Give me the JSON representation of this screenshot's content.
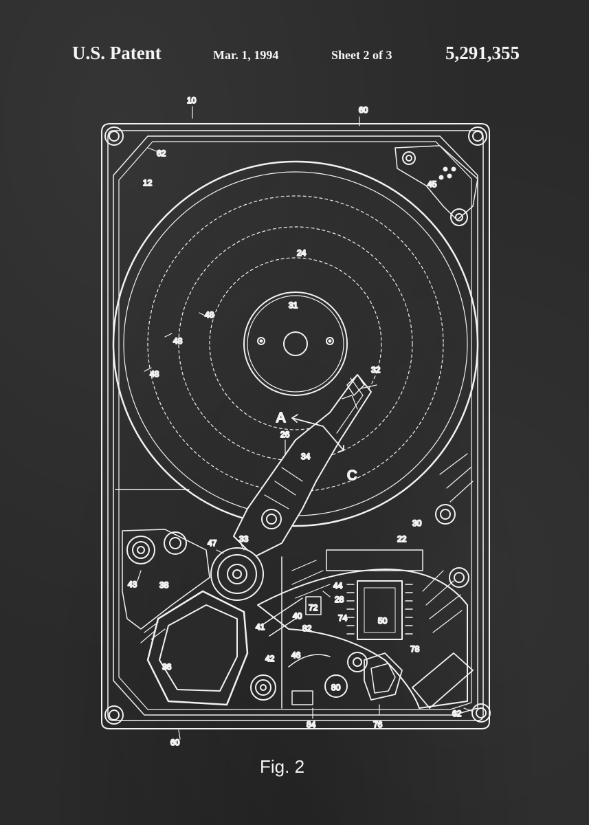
{
  "header": {
    "title": "U.S. Patent",
    "date": "Mar. 1, 1994",
    "sheet": "Sheet 2 of 3",
    "patent_number": "5,291,355"
  },
  "figure": {
    "caption": "Fig. 2",
    "refs": {
      "r10": "10",
      "r60a": "60",
      "r60b": "60",
      "r62a": "62",
      "r62b": "62",
      "r12": "12",
      "r45": "45",
      "r24": "24",
      "r31": "31",
      "r32": "32",
      "r48a": "48",
      "r48b": "48",
      "r48c": "48",
      "rA": "A",
      "rC": "C",
      "r26": "26",
      "r34": "34",
      "r33": "33",
      "r47": "47",
      "r22": "22",
      "r30": "30",
      "r43": "43",
      "r38": "38",
      "r44": "44",
      "r72": "72",
      "r28": "28",
      "r40": "40",
      "r82": "82",
      "r74": "74",
      "r50": "50",
      "r41": "41",
      "r46": "46",
      "r78": "78",
      "r36": "36",
      "r42": "42",
      "r80": "80",
      "r84": "84",
      "r76": "76"
    }
  },
  "colors": {
    "background": "#2a2a2a",
    "ink": "#f2f2f2"
  }
}
